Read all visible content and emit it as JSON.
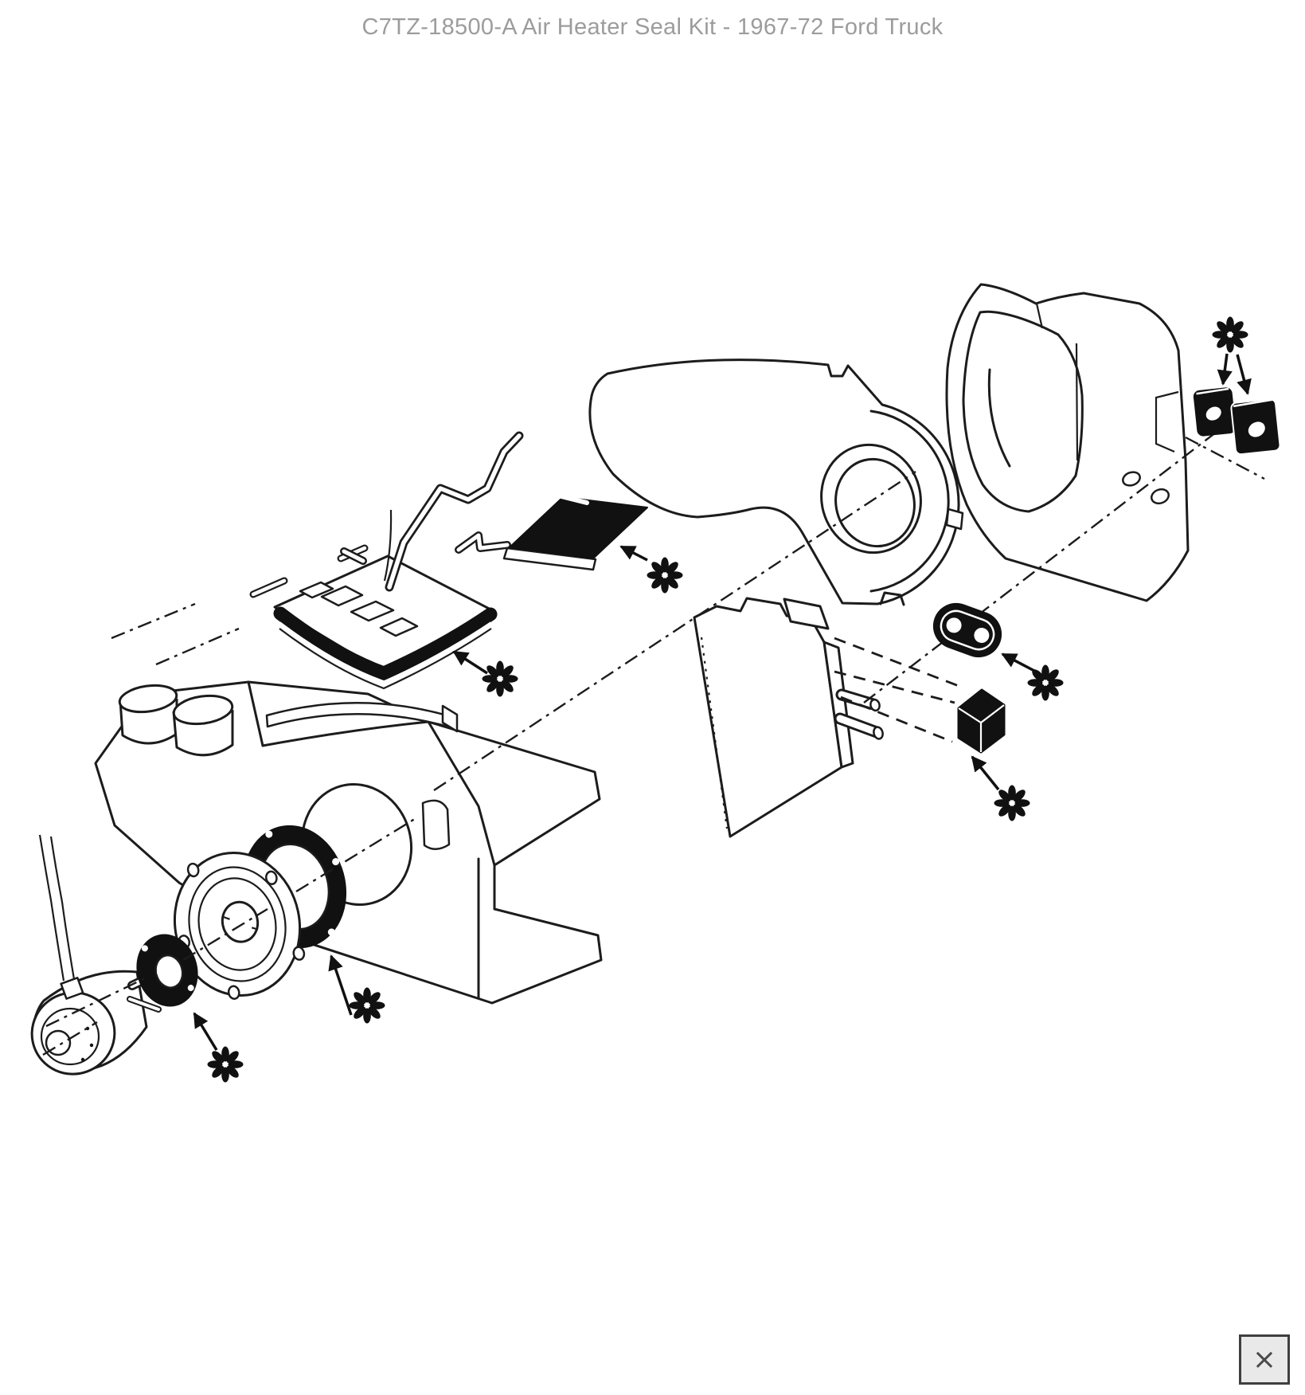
{
  "page": {
    "background": "#ffffff"
  },
  "header": {
    "title": "C7TZ-18500-A Air Heater Seal Kit - 1967-72 Ford Truck",
    "title_color": "#9c9c9c"
  },
  "lightbox": {
    "close_glyph": "×"
  },
  "diagram": {
    "type": "exploded-parts-illustration",
    "subject": "Air heater assembly showing seal kit installation points",
    "line_color": "#1c1c1c",
    "seal_color": "#111111",
    "marker_glyph": "❋",
    "marker_count": 7,
    "depicted_parts": [
      "blower motor with wiring",
      "motor shaft seal ring",
      "round motor mounting plate",
      "blower opening gasket ring",
      "heater case with duct collars",
      "curved plenum seal strip",
      "control plate with cutouts",
      "zigzag heater hoses",
      "flat core seal pad",
      "heater core with tubes",
      "core tube grommet",
      "cube seal block",
      "blower scroll housing",
      "air inlet duct",
      "two square inlet seals"
    ]
  }
}
